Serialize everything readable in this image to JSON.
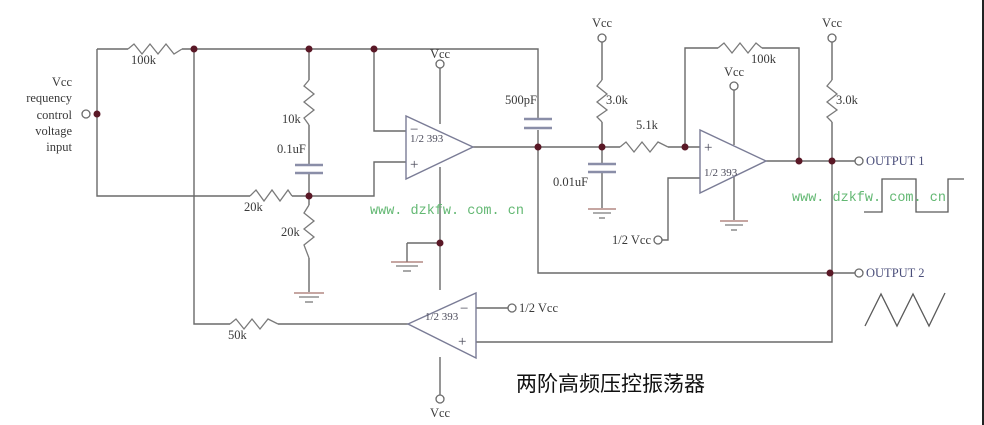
{
  "diagram": {
    "title": "两阶高频压控振荡器",
    "watermark": "www. dzkfw. com. cn",
    "input_label": [
      "Vcc",
      "requency",
      "control",
      "voltage",
      "input"
    ],
    "supply_label": "Vcc",
    "half_supply_label": "1/2 Vcc",
    "opamp_label": "1/2 393",
    "plus_sign": "+",
    "minus_sign": "−",
    "outputs": {
      "output1": "OUTPUT 1",
      "output2": "OUTPUT 2"
    },
    "output_waveforms": {
      "output1": "square",
      "output2": "triangle"
    },
    "components": {
      "r_input": "100k",
      "r_divider_top": "10k",
      "c_divider": "0.1uF",
      "r_series": "20k",
      "r_divider_bottom": "20k",
      "c_coupling": "500pF",
      "r_pullup1": "3.0k",
      "r_series2": "5.1k",
      "c_filter": "0.01uF",
      "r_feedback": "100k",
      "r_pullup2": "3.0k",
      "r_feedback3": "50k"
    },
    "colors": {
      "wire": "#6a6a6a",
      "node": "#5a1826",
      "opamp_outline": "#7a7c96",
      "watermark": "#63b873",
      "output_label": "#4a4e7a",
      "title": "#111111"
    }
  }
}
